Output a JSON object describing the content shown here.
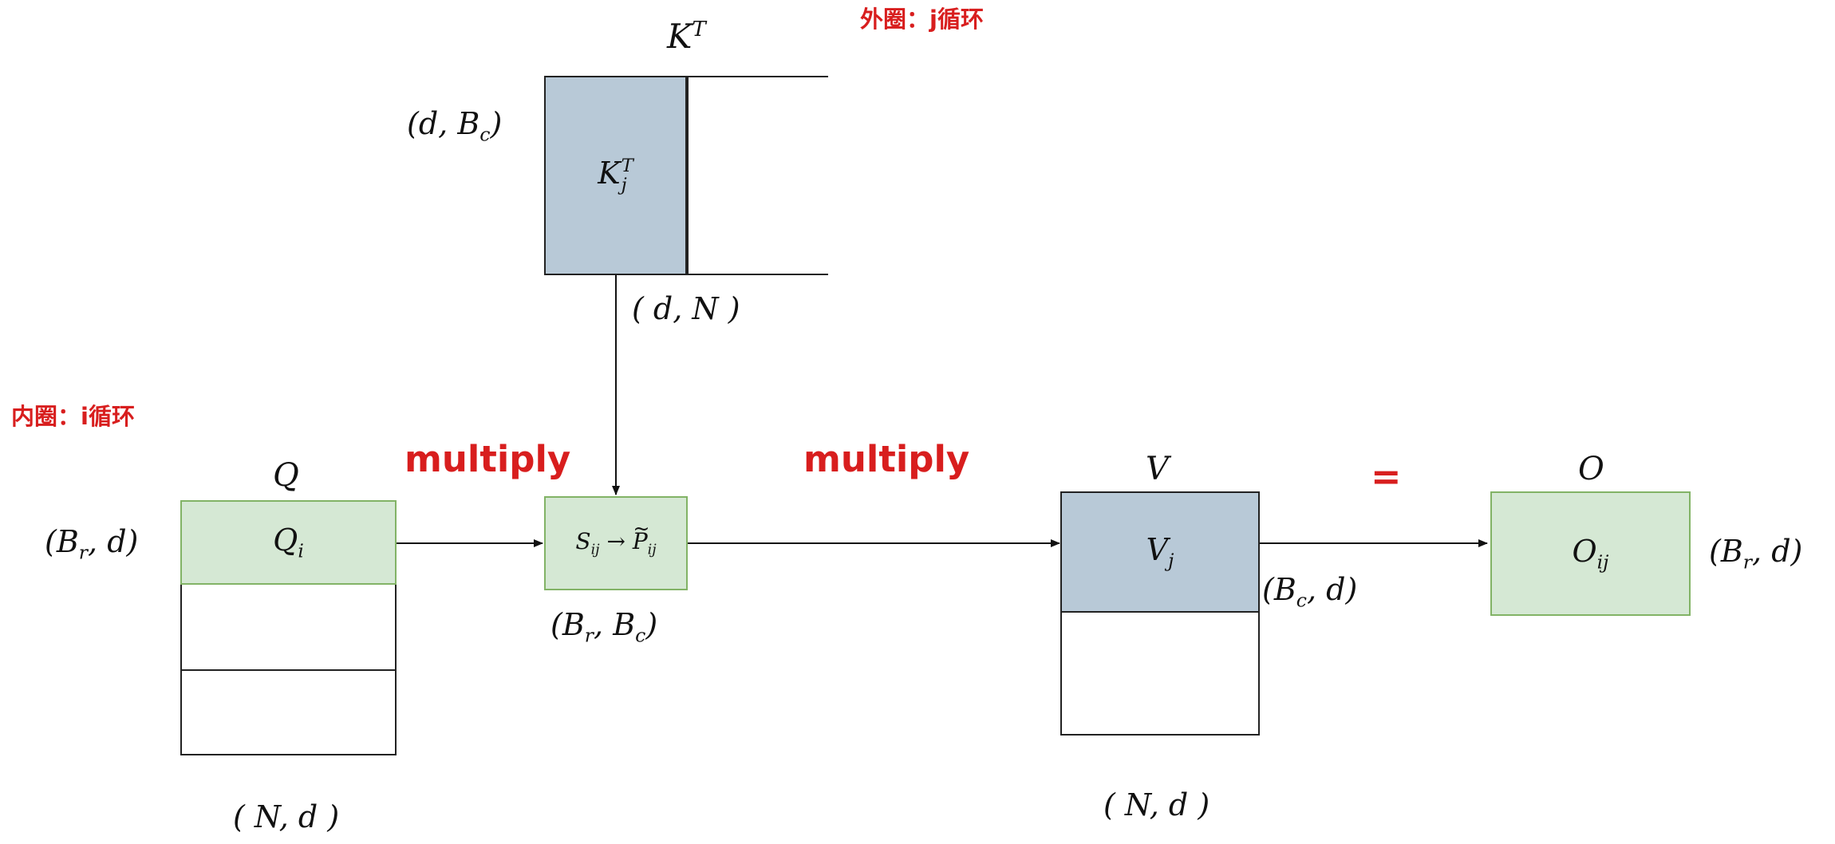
{
  "annotations": {
    "outer_loop": "外圈：j循环",
    "inner_loop": "内圈：i循环",
    "multiply_left": "multiply",
    "multiply_right": "multiply",
    "equals": "="
  },
  "kt": {
    "title": {
      "base": "K",
      "sup": "T"
    },
    "block": {
      "base": "K",
      "sup": "T",
      "sub": "j"
    },
    "block_shape": {
      "open": "(",
      "a": "d",
      "sep": ", ",
      "b": "B",
      "b_sub": "c",
      "close": ")"
    },
    "full_shape": {
      "open": "( ",
      "a": "d",
      "sep": ", ",
      "b": "N",
      "close": " )"
    }
  },
  "q": {
    "title": "Q",
    "block": {
      "base": "Q",
      "sub": "i"
    },
    "block_shape": {
      "open": "(",
      "a": "B",
      "a_sub": "r",
      "sep": ", ",
      "b": "d",
      "close": ")"
    },
    "full_shape": {
      "open": "( ",
      "a": "N",
      "sep": ", ",
      "b": "d",
      "close": " )"
    }
  },
  "s": {
    "block": {
      "s": "S",
      "s_sub": "ij",
      "arrow": "→",
      "p": "P",
      "p_sub": "ij"
    },
    "shape": {
      "open": "(",
      "a": "B",
      "a_sub": "r",
      "sep": ", ",
      "b": "B",
      "b_sub": "c",
      "close": ")"
    }
  },
  "v": {
    "title": "V",
    "block": {
      "base": "V",
      "sub": "j"
    },
    "block_shape": {
      "open": "(",
      "a": "B",
      "a_sub": "c",
      "sep": ", ",
      "b": "d",
      "close": ")"
    },
    "full_shape": {
      "open": "( ",
      "a": "N",
      "sep": ", ",
      "b": "d",
      "close": " )"
    }
  },
  "o": {
    "title": "O",
    "block": {
      "base": "O",
      "sub": "ij"
    },
    "shape": {
      "open": "(",
      "a": "B",
      "a_sub": "r",
      "sep": ", ",
      "b": "d",
      "close": ")"
    }
  },
  "colors": {
    "gray_block": "#b8c9d7",
    "green_block": "#d5e8d4",
    "green_border": "#82b366",
    "dark_border": "#222222",
    "accent_red": "#d81e1e"
  }
}
